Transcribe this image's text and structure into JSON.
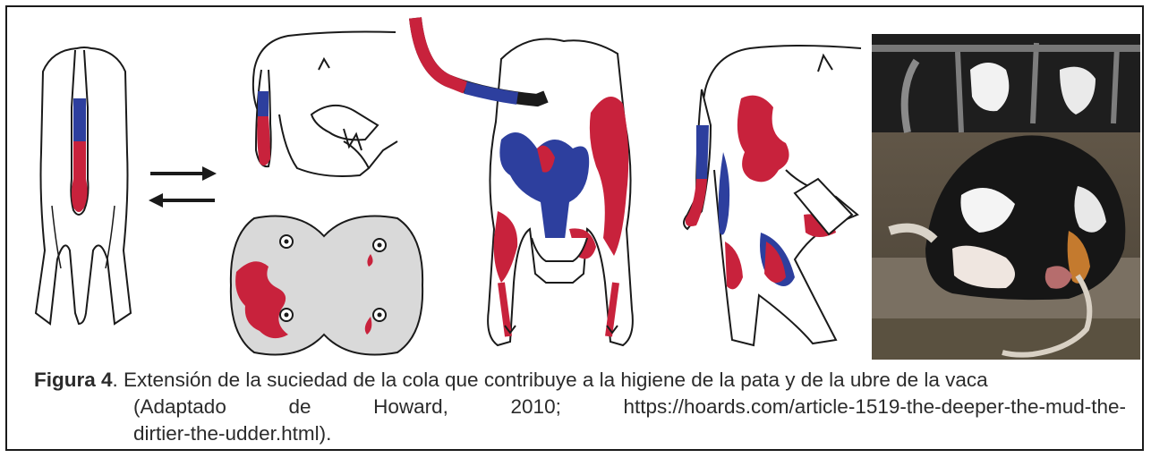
{
  "caption": {
    "label": "Figura 4",
    "line1_text": ". Extensión de la suciedad de la cola que contribuye a la higiene de la pata y de la ubre de la vaca",
    "line2_text": "(Adaptado de Howard, 2010; https://hoards.com/article-1519-the-deeper-the-mud-the-",
    "line3_text": "dirtier-the-udder.html)."
  },
  "colors": {
    "dirt_red": "#c8223c",
    "dirt_blue": "#2d3f9e",
    "outline": "#1a1a1a",
    "udder_gray": "#d9d9d9"
  }
}
